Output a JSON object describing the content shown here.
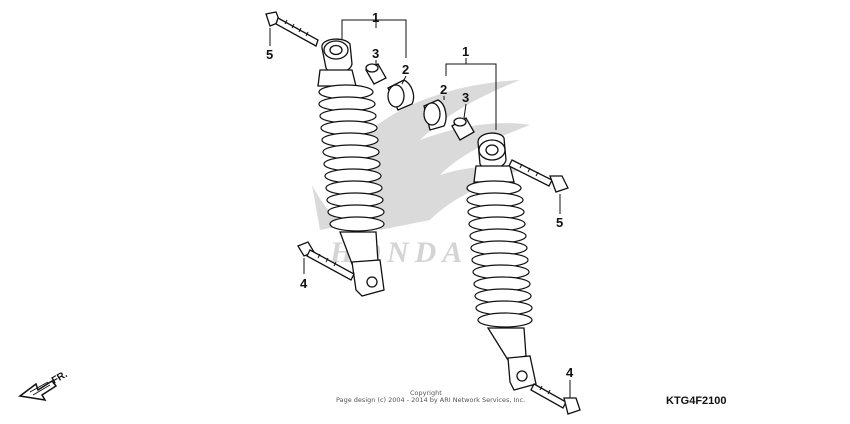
{
  "diagram": {
    "callouts": {
      "left_assy": "1",
      "left_bushing": "2",
      "left_collar": "3",
      "left_bolt_lower": "4",
      "left_bolt_upper": "5",
      "right_assy": "1",
      "right_bushing": "2",
      "right_collar": "3",
      "right_bolt_lower": "4",
      "right_bolt_upper": "5"
    },
    "copyright_line1": "Copyright",
    "copyright_line2": "Page design (c) 2004 - 2014 by ARI Network Services, Inc.",
    "diagram_code": "KTG4F2100",
    "direction_label": "FR.",
    "watermark": "HONDA"
  }
}
